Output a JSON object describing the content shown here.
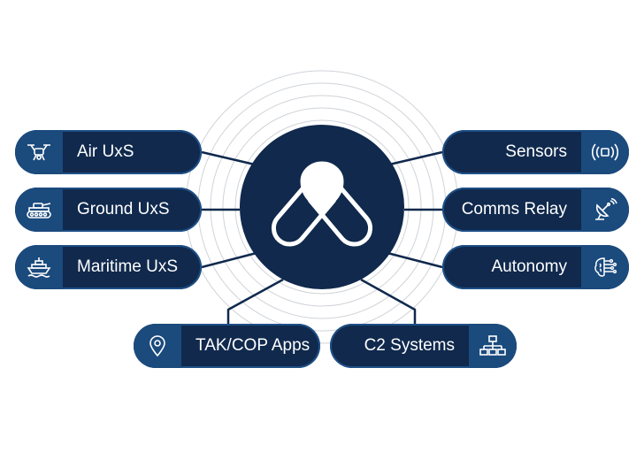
{
  "hub": {
    "logo_icon": "pills-logo-icon",
    "color": "#10294d"
  },
  "nodes": {
    "air_uxs": {
      "label": "Air UxS",
      "icon": "drone-icon"
    },
    "ground_uxs": {
      "label": "Ground UxS",
      "icon": "tank-icon"
    },
    "maritime_uxs": {
      "label": "Maritime UxS",
      "icon": "ship-icon"
    },
    "sensors": {
      "label": "Sensors",
      "icon": "sensor-icon"
    },
    "comms_relay": {
      "label": "Comms Relay",
      "icon": "satellite-dish-icon"
    },
    "autonomy": {
      "label": "Autonomy",
      "icon": "brain-circuit-icon"
    },
    "tak_cop_apps": {
      "label": "TAK/COP Apps",
      "icon": "map-pin-icon"
    },
    "c2_systems": {
      "label": "C2 Systems",
      "icon": "network-icon"
    }
  },
  "colors": {
    "navy": "#10294d",
    "accent": "#1b4a7d",
    "ring": "#cfd3d8",
    "line": "#10294d"
  }
}
